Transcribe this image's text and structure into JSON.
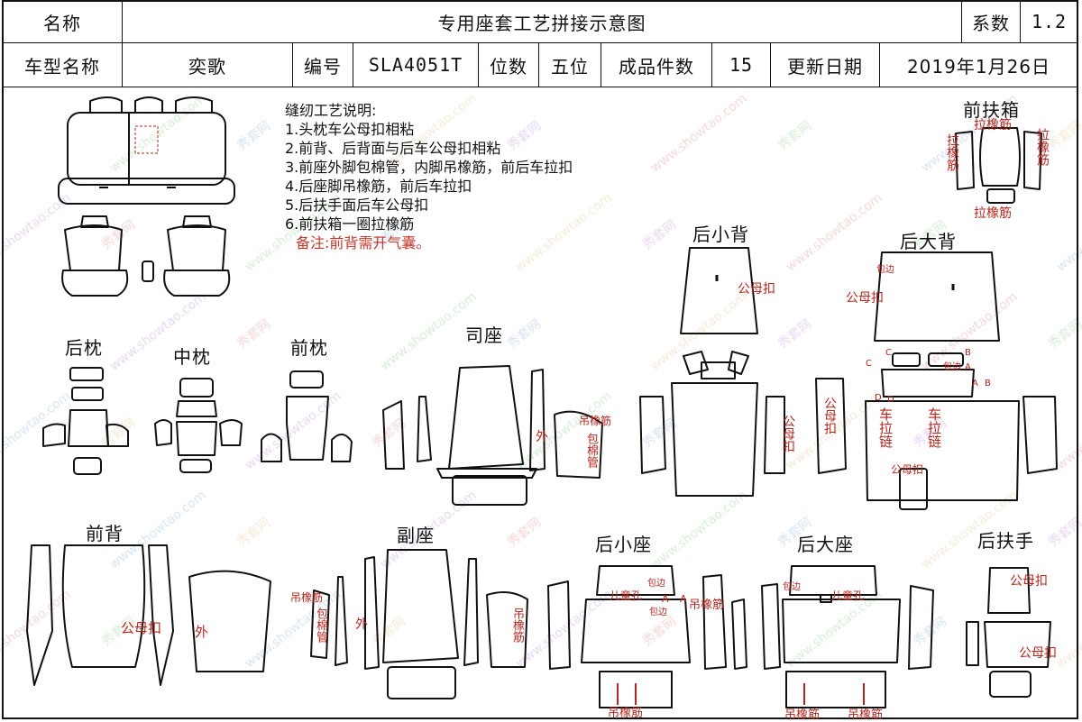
{
  "header": {
    "name_label": "名称",
    "title": "专用座套工艺拼接示意图",
    "coefficient_label": "系数",
    "coefficient_value": "1.2",
    "model_label": "车型名称",
    "model_value": "奕歌",
    "code_label": "编号",
    "code_value": "SLA4051T",
    "seats_label": "位数",
    "seats_value": "五位",
    "pieces_label": "成品件数",
    "pieces_value": "15",
    "date_label": "更新日期",
    "date_value": "2019年1月26日"
  },
  "notes": {
    "title": "缝纫工艺说明:",
    "items": [
      "1.头枕车公母扣相粘",
      "2.前背、后背面与后车公母扣相粘",
      "3.前座外脚包棉管，内脚吊橡筋，前后车拉扣",
      "4.后座脚吊橡筋，前后车拉扣",
      "5.后扶手面后车公母扣",
      "6.前扶箱一圈拉橡筋"
    ],
    "remark": "备注:前背需开气囊。"
  },
  "sections": {
    "rear_headrest": "后枕",
    "middle_headrest": "中枕",
    "front_headrest": "前枕",
    "driver_seat": "司座",
    "rear_small_back": "后小背",
    "rear_large_back": "后大背",
    "front_armbox": "前扶箱",
    "front_back": "前背",
    "passenger_seat": "副座",
    "rear_small_seat": "后小座",
    "rear_large_seat": "后大座",
    "rear_armrest": "后扶手"
  },
  "annotations": {
    "elastic_pull": "拉橡筋",
    "elastic_pull_left": "拉橡筋",
    "elastic_pull_right": "拉橡筋",
    "elastic_pull_bottom": "拉橡筋",
    "snap": "公母扣",
    "wrap_edge": "包边",
    "hang_elastic": "吊橡筋",
    "hang_elastic_v": "吊橡筋",
    "foam_tube": "包棉管",
    "outer": "外",
    "car_zipper": "车拉链",
    "child_hole": "儿童孔",
    "letter_a": "A",
    "letter_b": "B",
    "letter_c": "C",
    "letter_d": "D"
  },
  "watermark": {
    "cn": "秀套网",
    "url": "www.showtao.com"
  },
  "colors": {
    "line": "#111111",
    "annotation": "#b3261e",
    "remark": "#c0392b"
  }
}
